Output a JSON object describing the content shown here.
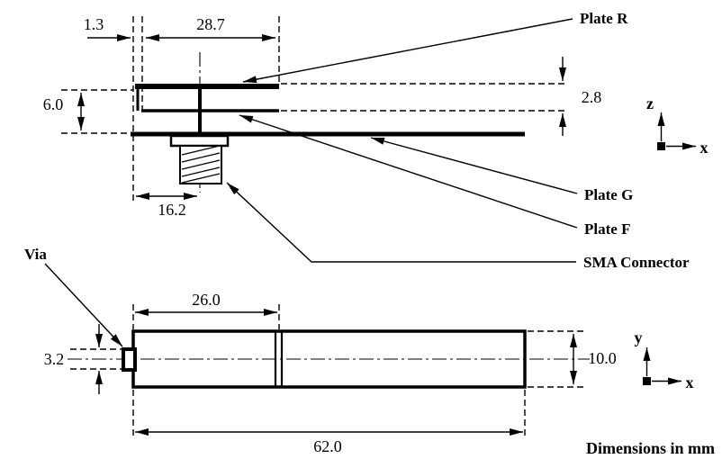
{
  "side_view": {
    "dim_offset": "1.3",
    "dim_plate_r_length": "28.7",
    "dim_plate_gap": "2.8",
    "dim_total_height": "6.0",
    "dim_feed_position": "16.2",
    "label_plate_r": "Plate R",
    "label_plate_g": "Plate G",
    "label_plate_f": "Plate F",
    "label_sma": "SMA Connector",
    "axis_vertical": "z",
    "axis_horizontal": "x"
  },
  "top_view": {
    "label_via": "Via",
    "dim_feed_length": "26.0",
    "dim_via_height": "3.2",
    "dim_plate_width": "10.0",
    "dim_plate_length": "62.0",
    "axis_vertical": "y",
    "axis_horizontal": "x"
  },
  "note": {
    "units": "Dimensions in mm"
  },
  "colors": {
    "ink": "#000000",
    "background": "#ffffff"
  }
}
